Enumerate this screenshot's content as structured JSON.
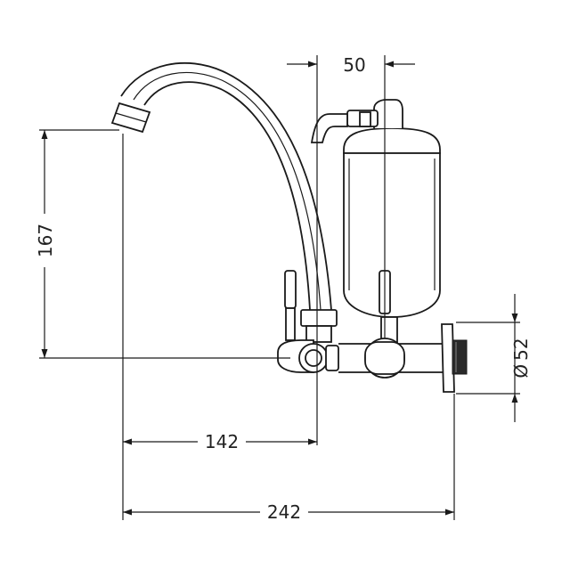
{
  "drawing": {
    "dimensions": {
      "height": "167",
      "filter_offset": "50",
      "spout_reach": "142",
      "total_length": "242",
      "flange_diameter": "52",
      "diameter_symbol": "Ø"
    }
  }
}
